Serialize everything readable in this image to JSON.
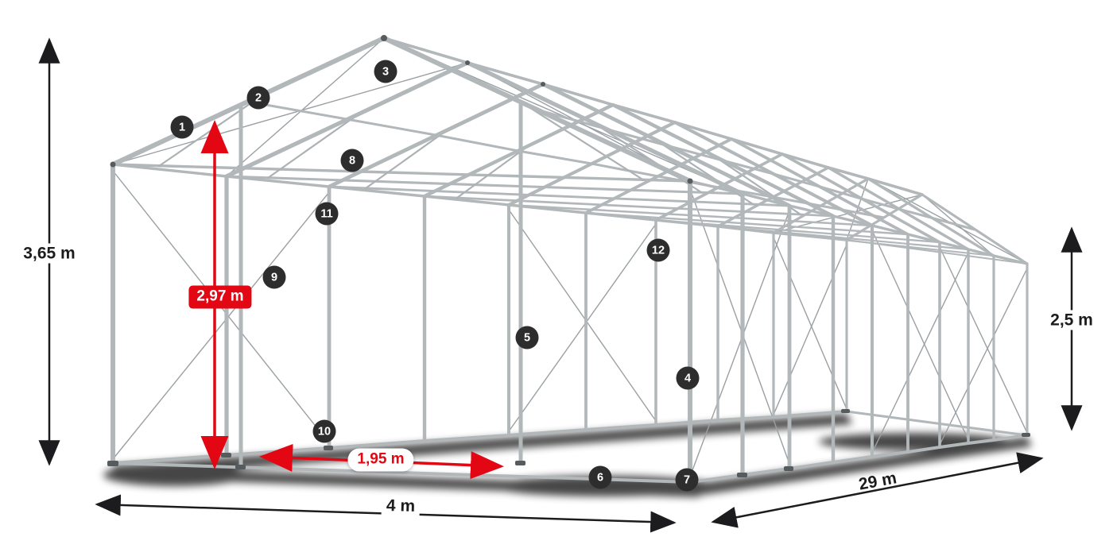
{
  "diagram": {
    "name": "storage-tent-frame-diagram",
    "colors": {
      "accent_red": "#e30613",
      "badge_bg": "#2d2d2d",
      "steel_tube": "#b2b7ba",
      "thin_brace": "#9aa0a3",
      "dim_text": "#1c1c1e"
    }
  },
  "dimensions": {
    "total_height": "3,65 m",
    "clear_height": "2,97 m",
    "side_height": "2,5 m",
    "width": "4 m",
    "length": "29 m",
    "clear_width": "1,95 m"
  },
  "callouts": [
    "1",
    "2",
    "3",
    "4",
    "5",
    "6",
    "7",
    "8",
    "9",
    "10",
    "11",
    "12"
  ]
}
